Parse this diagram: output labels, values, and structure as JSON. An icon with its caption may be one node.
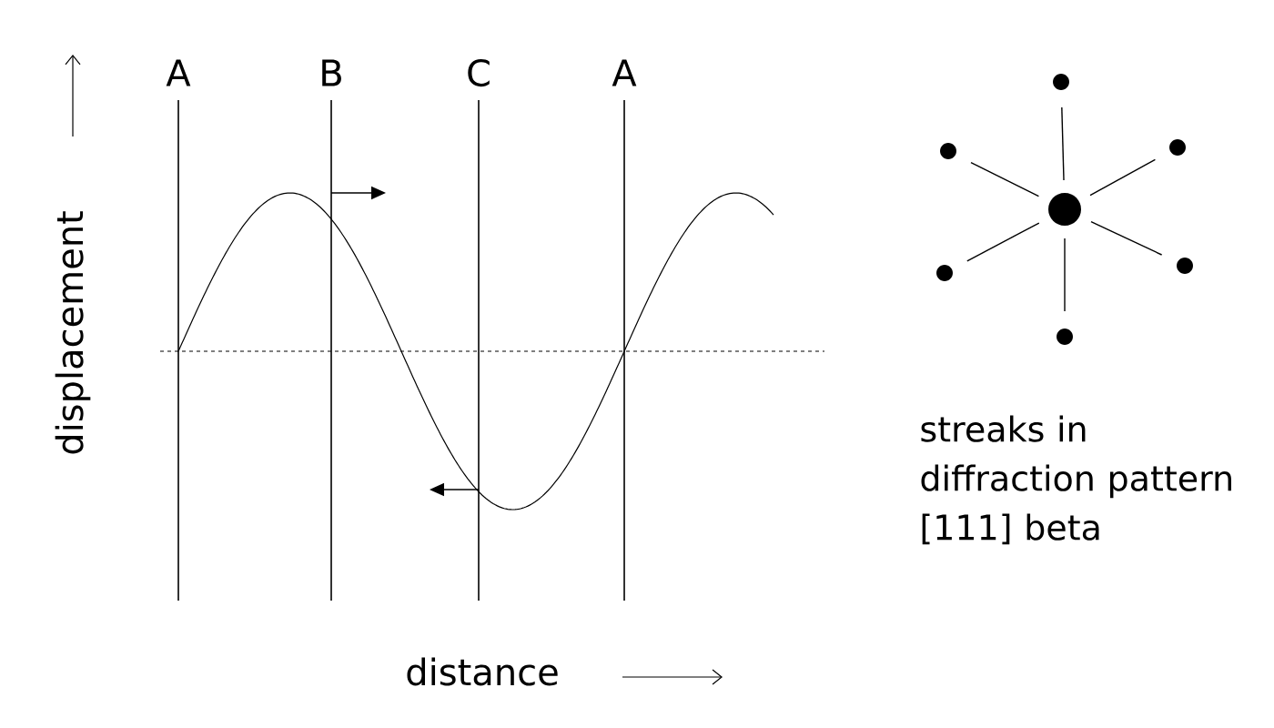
{
  "diagram": {
    "labels": [
      "A",
      "B",
      "C",
      "A",
      "displacement",
      "distance",
      "streaks in diffraction pattern [111] beta"
    ]
  }
}
